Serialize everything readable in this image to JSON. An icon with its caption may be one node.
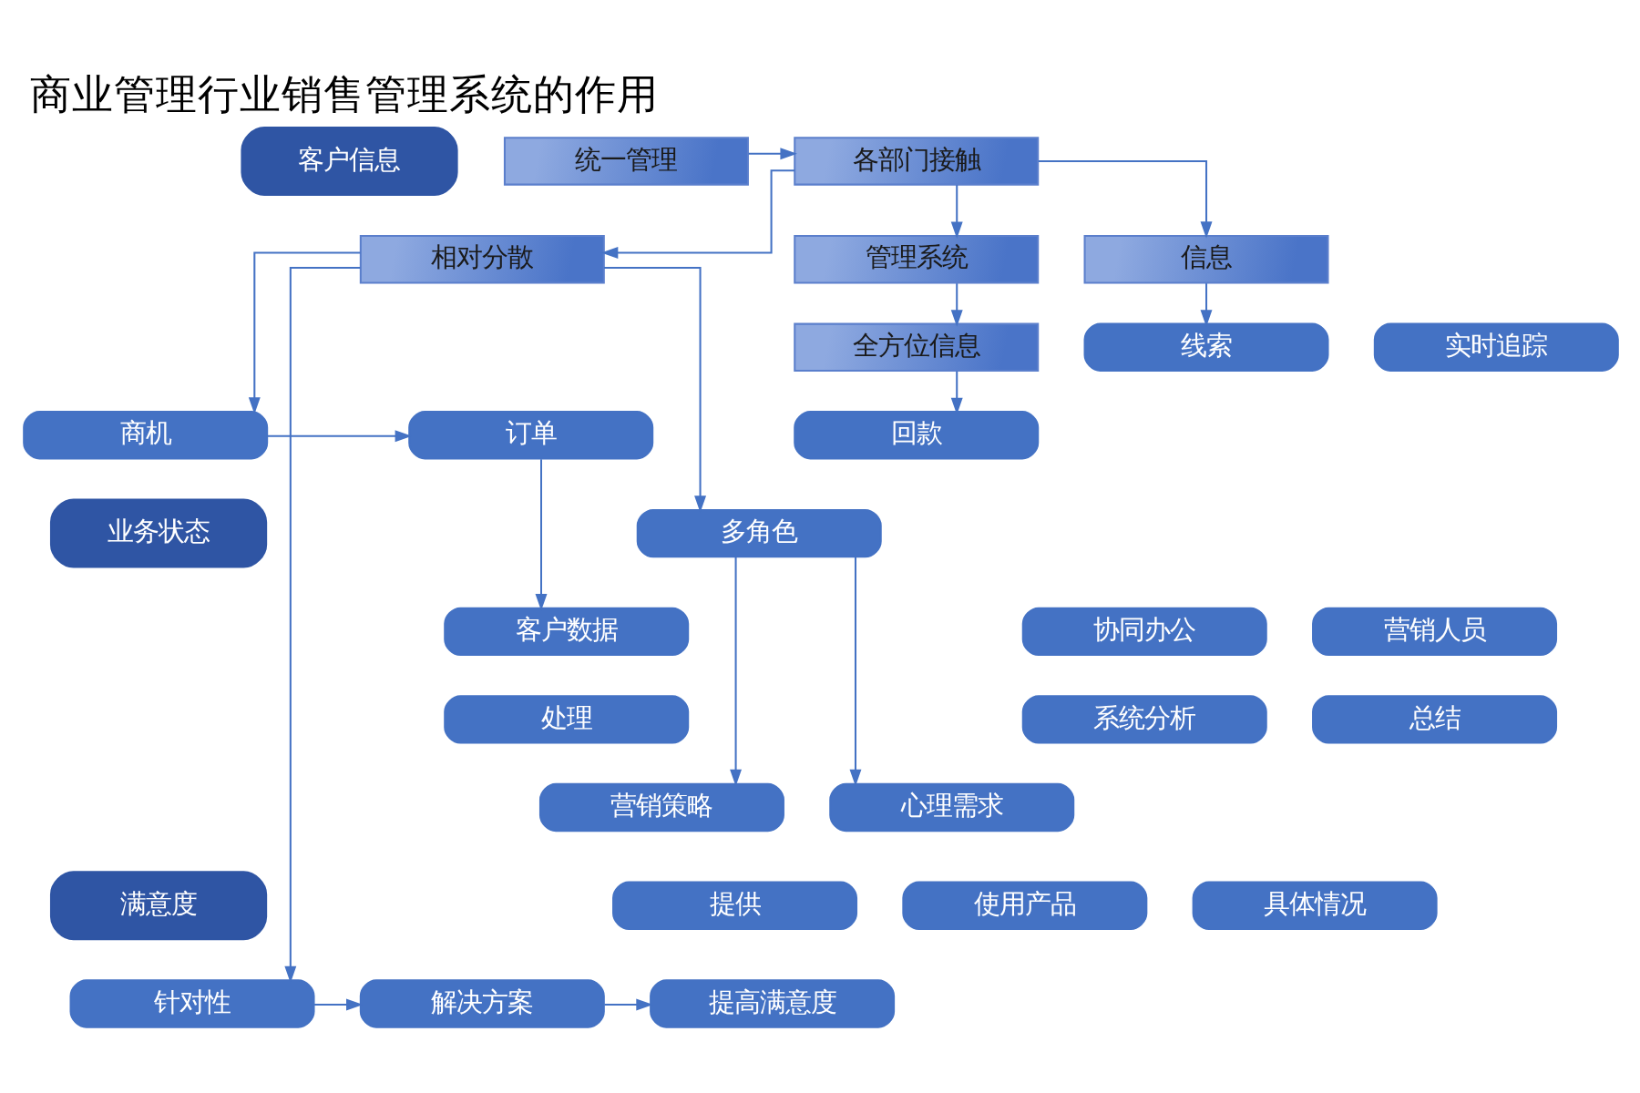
{
  "diagram": {
    "title": "商业管理行业销售管理系统的作用",
    "nodes": [
      {
        "text": [
          "客户信息"
        ]
      },
      {
        "text": [
          "业务状态"
        ]
      },
      {
        "text": [
          "满意度"
        ]
      },
      {
        "text": [
          "统一管理"
        ]
      },
      {
        "text": [
          "各部门接触"
        ]
      },
      {
        "text": [
          "相对分散"
        ]
      },
      {
        "text": [
          "信息"
        ]
      },
      {
        "text": [
          "管理系统"
        ]
      },
      {
        "text": [
          "实时追踪"
        ]
      },
      {
        "text": [
          "线索"
        ]
      },
      {
        "text": [
          "全方位信息"
        ]
      },
      {
        "text": [
          "商机"
        ]
      },
      {
        "text": [
          "订单"
        ]
      },
      {
        "text": [
          "回款"
        ]
      },
      {
        "text": [
          "多角色"
        ]
      },
      {
        "text": [
          "客户数据"
        ]
      },
      {
        "text": [
          "协同办公"
        ]
      },
      {
        "text": [
          "营销人员"
        ]
      },
      {
        "text": [
          "处理"
        ]
      },
      {
        "text": [
          "系统分析"
        ]
      },
      {
        "text": [
          "总结"
        ]
      },
      {
        "text": [
          "心理需求"
        ]
      },
      {
        "text": [
          "营销策略"
        ]
      },
      {
        "text": [
          "使用产品"
        ]
      },
      {
        "text": [
          "具体情况"
        ]
      },
      {
        "text": [
          "提供"
        ]
      },
      {
        "text": [
          "针对性"
        ]
      },
      {
        "text": [
          "解决方案"
        ]
      },
      {
        "text": [
          "提高满意度"
        ]
      }
    ],
    "edges": [
      {
        "from": 3,
        "to": 4,
        "arrow": "to"
      },
      {
        "from": 4,
        "to": 5,
        "arrow": "to"
      },
      {
        "from": 4,
        "to": 6,
        "arrow": "to"
      },
      {
        "from": 4,
        "to": 7,
        "arrow": "to"
      },
      {
        "from": 6,
        "to": 9,
        "arrow": "to"
      },
      {
        "from": 7,
        "to": 10,
        "arrow": "to"
      },
      {
        "from": 10,
        "to": 13,
        "arrow": "to"
      },
      {
        "from": 5,
        "to": 11,
        "arrow": "to"
      },
      {
        "from": 5,
        "to": 14,
        "arrow": "to"
      },
      {
        "from": 5,
        "to": 26,
        "arrow": "to"
      },
      {
        "from": 11,
        "to": 12,
        "arrow": "to"
      },
      {
        "from": 12,
        "to": 15,
        "arrow": "to"
      },
      {
        "from": 14,
        "to": 21,
        "arrow": "to"
      },
      {
        "from": 14,
        "to": 22,
        "arrow": "to"
      },
      {
        "from": 26,
        "to": 27,
        "arrow": "to"
      },
      {
        "from": 27,
        "to": 28,
        "arrow": "to"
      }
    ]
  }
}
